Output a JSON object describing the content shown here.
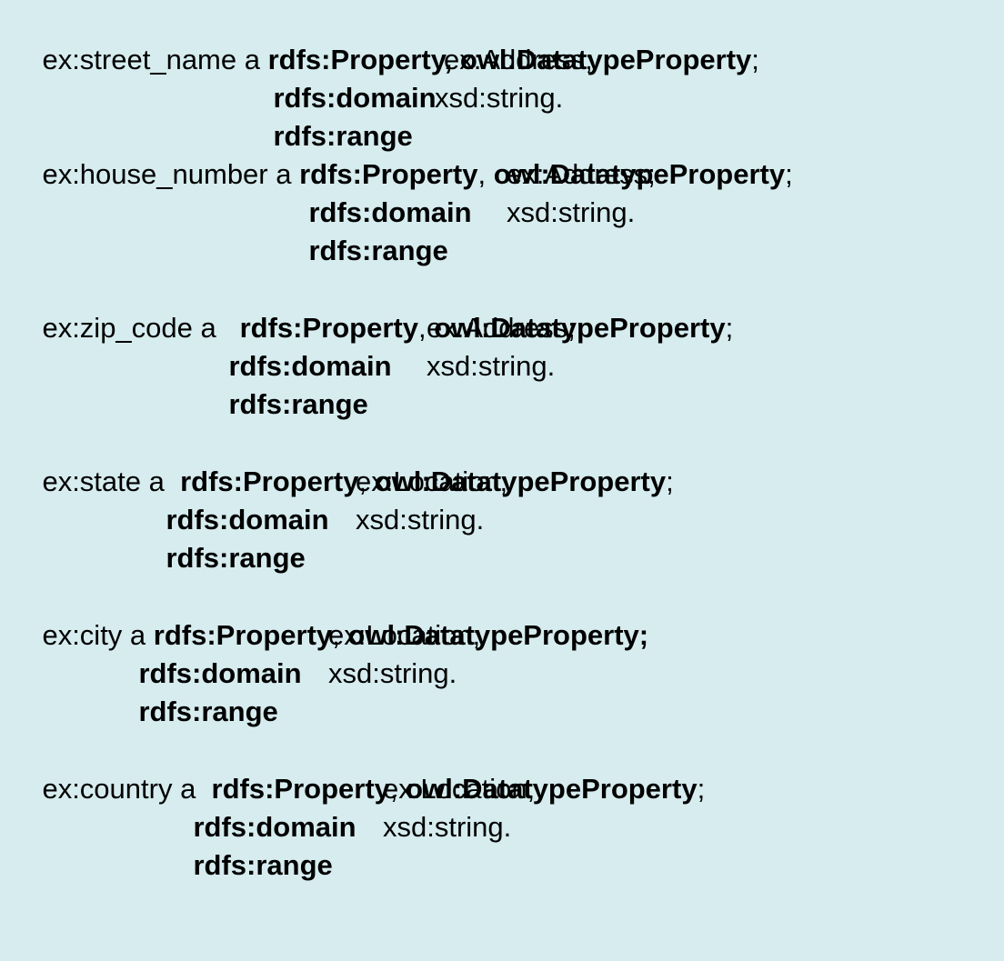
{
  "blocks": [
    {
      "subject": "ex:street_name a ",
      "type1": "rdfs:Property, owl:DatatypeProperty",
      "type_sep": "",
      "type2": "",
      "end": ";",
      "domain_kw": "rdfs:domain",
      "domain_val": "ex:Address;",
      "range_kw": "rdfs:range",
      "range_val": "xsd:string."
    },
    {
      "subject": "ex:house_number a ",
      "type1": "rdfs:Property",
      "type_sep": ", ",
      "type2": "owl:DatatypeProperty",
      "end": ";",
      "domain_kw": "rdfs:domain",
      "domain_val": "ex:Address;",
      "range_kw": "rdfs:range",
      "range_val": "xsd:string."
    },
    {
      "subject": "ex:zip_code a   ",
      "type1": "rdfs:Property",
      "type_sep": ", ",
      "type2": "owl:DatatypeProperty",
      "end": ";",
      "domain_kw": "rdfs:domain",
      "domain_val": "ex:Address;",
      "range_kw": "rdfs:range",
      "range_val": "xsd:string."
    },
    {
      "subject": "ex:state a  ",
      "type1": "rdfs:Property",
      "type_sep": ", ",
      "type2": "owl:DatatypeProperty",
      "end": ";",
      "domain_kw": "rdfs:domain",
      "domain_val": "ex:Location;",
      "range_kw": "rdfs:range",
      "range_val": "xsd:string."
    },
    {
      "subject": "ex:city a ",
      "type1": "rdfs:Property",
      "type_sep": ", ",
      "type2": "owl:DatatypeProperty;",
      "end": "",
      "domain_kw": "rdfs:domain",
      "domain_val": "ex:Location;",
      "range_kw": "rdfs:range",
      "range_val": "xsd:string."
    },
    {
      "subject": "ex:country a  ",
      "type1": "rdfs:Property",
      "type_sep": ", ",
      "type2": "owl:DatatypeProperty",
      "end": ";",
      "domain_kw": "rdfs:domain",
      "domain_val": "ex:Location;",
      "range_kw": "rdfs:range",
      "range_val": "xsd:string."
    }
  ]
}
